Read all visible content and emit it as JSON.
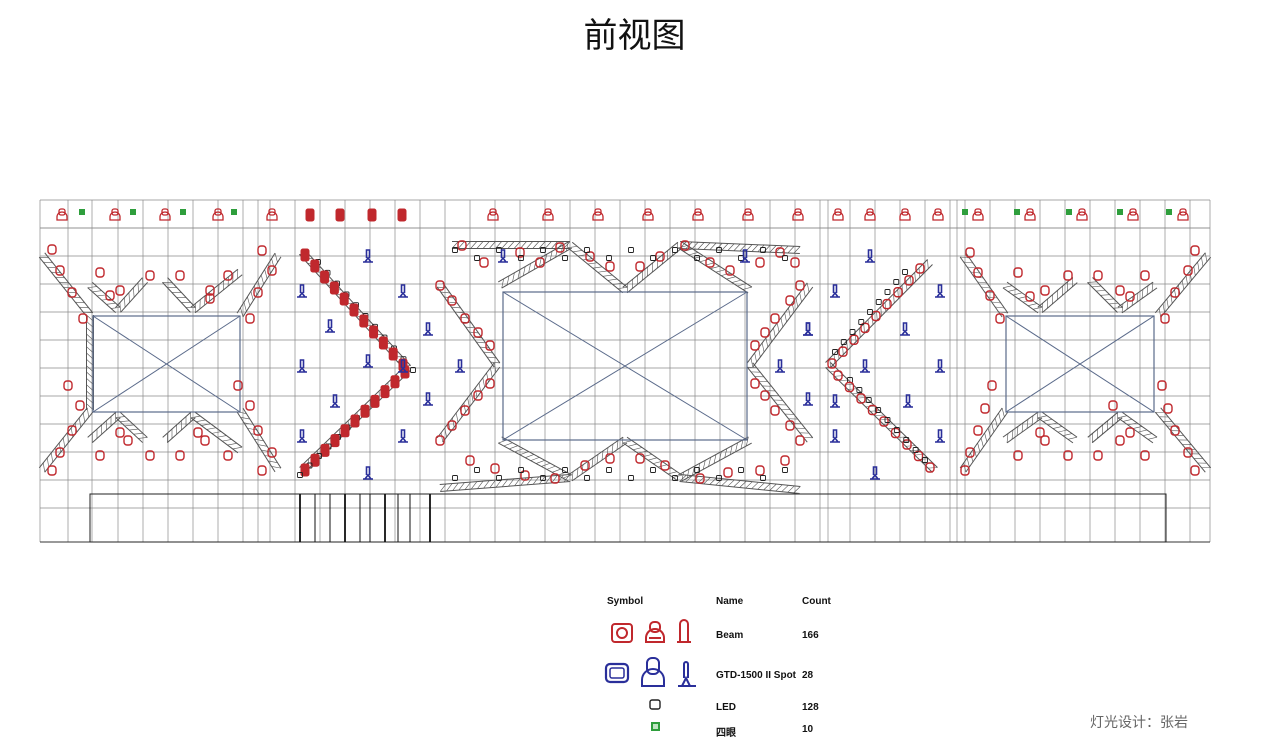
{
  "title": "前视图",
  "legend": {
    "headers": {
      "symbol": "Symbol",
      "name": "Name",
      "count": "Count"
    },
    "rows": [
      {
        "name": "Beam",
        "count": "166",
        "color": "#c0282d",
        "icon": "beam-fixture-icon"
      },
      {
        "name": "GTD-1500 II Spot",
        "count": "28",
        "color": "#2a2f9a",
        "icon": "spot-fixture-icon"
      },
      {
        "name": "LED",
        "count": "128",
        "color": "#222222",
        "icon": "led-square-icon"
      },
      {
        "name": "四眼",
        "count": "10",
        "color": "#2e9e3c",
        "icon": "four-eye-icon"
      }
    ]
  },
  "credit": "灯光设计：张岩",
  "colors": {
    "beam": "#c0282d",
    "spot": "#2a2f9a",
    "truss": "#555555",
    "frame": "#5a6a8a",
    "grid": "#8a8a8a"
  }
}
